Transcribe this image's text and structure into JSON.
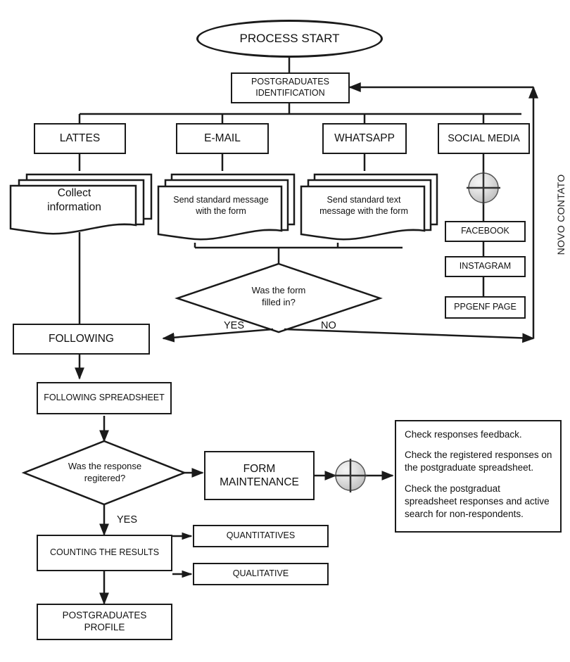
{
  "diagram": {
    "title": "Postgraduates identification and follow-up process flowchart",
    "type": "flowchart",
    "colors": {
      "stroke": "#1a1a1a",
      "fill": "#ffffff",
      "connector_circle": "#d9d9d9",
      "text": "#111111"
    },
    "nodes": {
      "start": "PROCESS START",
      "identification": "POSTGRADUATES\nIDENTIFICATION",
      "lattes": "LATTES",
      "email": "E-MAIL",
      "whatsapp": "WHATSAPP",
      "social_media": "SOCIAL MEDIA",
      "collect_information": "Collect\ninformation",
      "send_standard_message": "Send standard message\nwith the form",
      "send_standard_text": "Send standard text\nmessage with the form",
      "facebook": "FACEBOOK",
      "instagram": "INSTAGRAM",
      "ppgenf_page": "PPGENF PAGE",
      "decision_form_filled": "Was the form\nfilled in?",
      "following": "FOLLOWING",
      "following_spreadsheet": "FOLLOWING SPREADSHEET",
      "decision_response_registered": "Was the response\nregitered?",
      "form_maintenance": "FORM\nMAINTENANCE",
      "counting_results": "COUNTING THE RESULTS",
      "quantitatives": "QUANTITATIVES",
      "qualitative": "QUALITATIVE",
      "postgraduates_profile": "POSTGRADUATES\nPROFILE"
    },
    "node_lines": {
      "identification_l1": "POSTGRADUATES",
      "identification_l2": "IDENTIFICATION",
      "collect_l1": "Collect",
      "collect_l2": "information",
      "message_l1": "Send standard message",
      "message_l2": "with the form",
      "text_l1": "Send standard text",
      "text_l2": "message with the form",
      "form_filled_l1": "Was the form",
      "form_filled_l2": "filled in?",
      "response_reg_l1": "Was the response",
      "response_reg_l2": "regitered?",
      "form_maint_l1": "FORM",
      "form_maint_l2": "MAINTENANCE",
      "profile_l1": "POSTGRADUATES",
      "profile_l2": "PROFILE"
    },
    "edge_labels": {
      "yes_form": "YES",
      "no_form": "NO",
      "yes_response": "YES",
      "return_loop": "NOVO CONTATO"
    },
    "note": {
      "line1": "Check responses feedback.",
      "line2": "Check the registered responses on the postgraduate spreadsheet.",
      "line3": "Check the postgraduat spreadsheet responses and active search for non-respondents."
    }
  }
}
